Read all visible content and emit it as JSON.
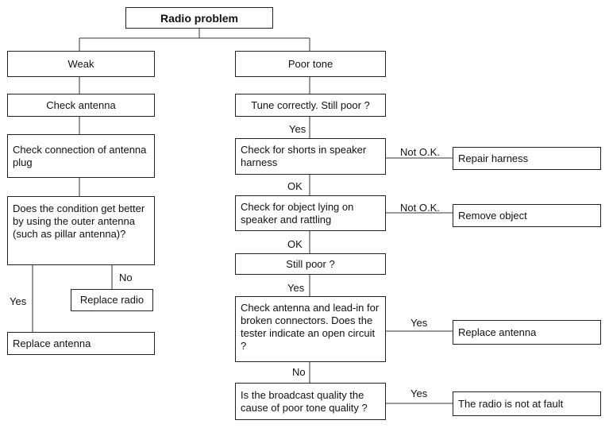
{
  "title": "Radio problem",
  "weak": {
    "header": "Weak",
    "step1": "Check antenna",
    "step2": "Check connection of antenna plug",
    "step3": "Does the condition get better by using the outer antenna (such as pillar antenna)?",
    "no_label": "No",
    "yes_label": "Yes",
    "replace_radio": "Replace radio",
    "replace_antenna": "Replace antenna"
  },
  "tone": {
    "header": "Poor tone",
    "step1": "Tune correctly. Still poor ?",
    "yes1": "Yes",
    "step2": "Check for shorts in speaker harness",
    "notok1": "Not O.K.",
    "repair_harness": "Repair harness",
    "ok1": "OK",
    "step3": "Check for object lying on speaker and rattling",
    "notok2": "Not O.K.",
    "remove_object": "Remove object",
    "ok2": "OK",
    "step4": "Still poor ?",
    "yes2": "Yes",
    "step5": "Check antenna and lead-in for broken connectors. Does the tester indicate an open circuit ?",
    "yes3": "Yes",
    "replace_antenna": "Replace antenna",
    "no1": "No",
    "step6": "Is the broadcast quality the cause of poor tone quality ?",
    "yes4": "Yes",
    "not_at_fault": "The radio is not at fault"
  }
}
